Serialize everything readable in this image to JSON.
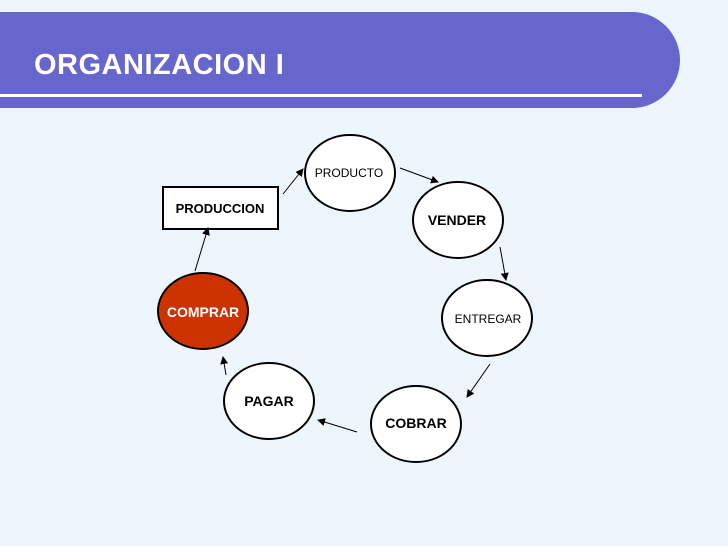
{
  "title": "ORGANIZACION I",
  "colors": {
    "header": "#6666cc",
    "background": "#eef6fd",
    "highlight": "#cc3300"
  },
  "nodes": {
    "producto": "PRODUCTO",
    "vender": "VENDER",
    "entregar": "ENTREGAR",
    "cobrar": "COBRAR",
    "pagar": "PAGAR",
    "comprar": "COMPRAR",
    "produccion": "PRODUCCION"
  }
}
